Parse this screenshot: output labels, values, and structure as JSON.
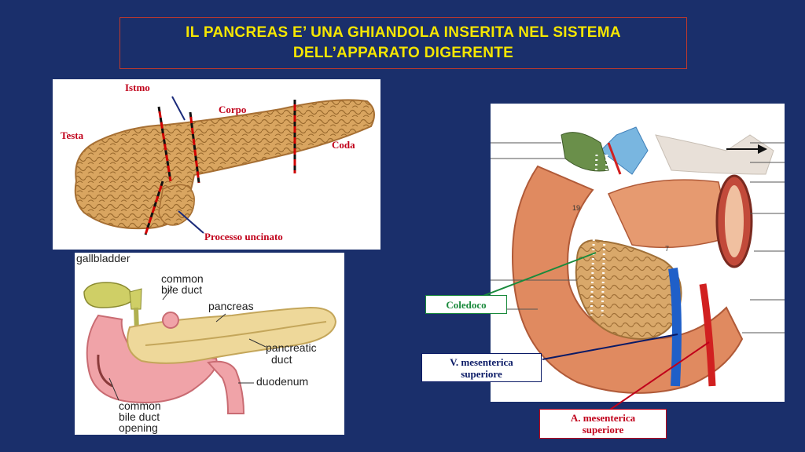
{
  "title": {
    "line1": "IL  PANCREAS E’ UNA GHIANDOLA INSERITA NEL SISTEMA",
    "line2": "DELL’APPARATO DIGERENTE"
  },
  "figure1": {
    "labels": {
      "istmo": "Istmo",
      "corpo": "Corpo",
      "testa": "Testa",
      "coda": "Coda",
      "processo": "Processo uncinato"
    }
  },
  "figure2": {
    "labels": {
      "gallbladder": "gallbladder",
      "common_bile_duct_1": "common",
      "common_bile_duct_2": "bile duct",
      "pancreas": "pancreas",
      "pancreatic_duct_1": "pancreatic",
      "pancreatic_duct_2": "duct",
      "duodenum": "duodenum",
      "opening_1": "common",
      "opening_2": "bile duct",
      "opening_3": "opening"
    }
  },
  "figure3": {
    "numbers": {
      "n19": "19",
      "n7": "7"
    }
  },
  "callouts": {
    "coledoco": "Coledoco",
    "vena_1": "V. mesenterica",
    "vena_2": "superiore",
    "arteria_1": "A. mesenterica",
    "arteria_2": "superiore"
  },
  "colors": {
    "background": "#1a2f6b",
    "title_text": "#f5e600",
    "red_label": "#c0001a",
    "green_label": "#1a8a3c",
    "navy_label": "#0a1a66"
  }
}
